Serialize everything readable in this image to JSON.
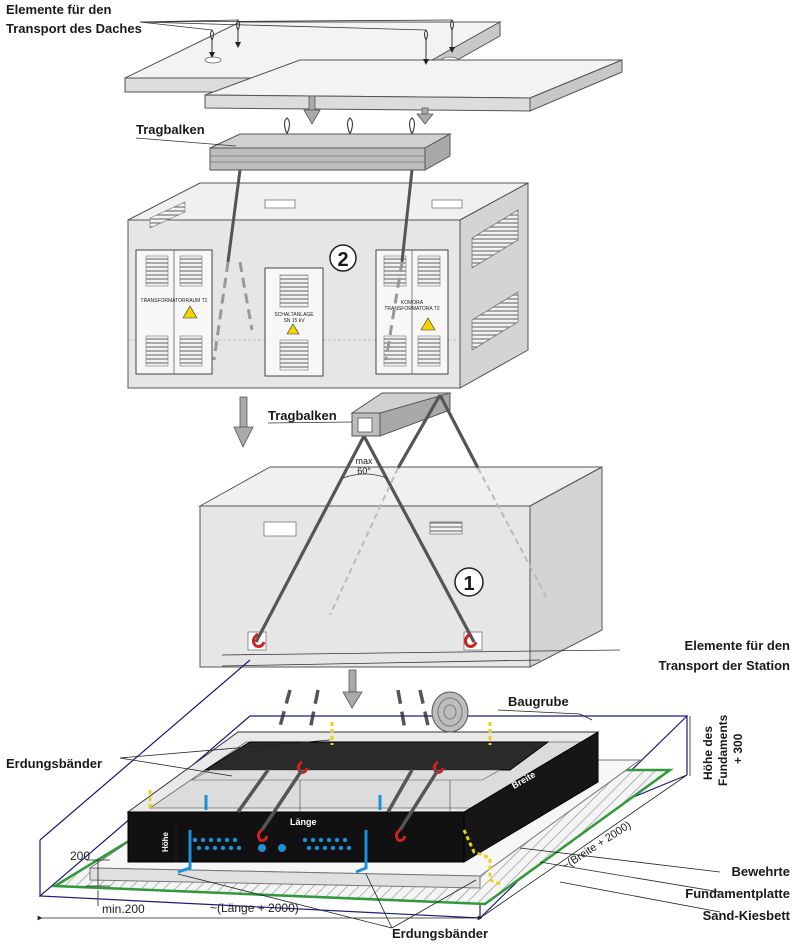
{
  "labels": {
    "roof_transport_line1": "Elemente für den",
    "roof_transport_line2": "Transport des Daches",
    "beam_top": "Tragbalken",
    "beam_mid": "Tragbalken",
    "station_transport_line1": "Elemente für den",
    "station_transport_line2": "Transport der Station",
    "excavation": "Baugrube",
    "grounding_left": "Erdungsbänder",
    "grounding_bottom": "Erdungsbänder",
    "reinforced_line1": "Bewehrte",
    "reinforced_line2": "Fundamentplatte",
    "gravel_bed": "Sand-Kiesbett",
    "foundation_height_line1": "Höhe des",
    "foundation_height_line2": "Fundaments",
    "foundation_height_line3": "+ 300",
    "length": "Länge",
    "width": "Breite",
    "height": "Höhe",
    "dim_200": "200",
    "dim_min200": "min.200",
    "dim_length": "~(Länge + 2000)",
    "dim_width": "~(Breite + 2000)",
    "angle_max": "max",
    "angle_value": "60°",
    "marker_1": "1",
    "marker_2": "2"
  },
  "doors": {
    "left": "TRANSFORMATORRAUM T1",
    "middle_line1": "SCHALTANLAGE",
    "middle_line2": "SN 15 kV",
    "right_line1": "KOMORA",
    "right_line2": "TRANSFORMATORA T2"
  },
  "colors": {
    "outline": "#4a4a4a",
    "panel": "#e8e8e8",
    "panel_dark": "#cfcfcf",
    "sling": "#555555",
    "hook": "#cc2222",
    "foundation": "#111111",
    "grounding_blue": "#1e90d6",
    "grounding_yellow": "#e8d21a",
    "grounding_green": "#2e9a3a",
    "excavation_box": "#1c1c7a"
  }
}
